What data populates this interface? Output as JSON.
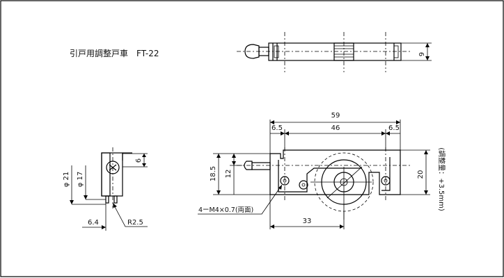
{
  "title": "引戸用調整戸車　FT-22",
  "top_view": {
    "height_dim": "9"
  },
  "side_view": {
    "dim_phi21": "φ 21",
    "dim_phi17": "φ 17",
    "dim_6": "6",
    "dim_64": "6.4",
    "dim_r25": "R2.5"
  },
  "front_view": {
    "dim_59": "59",
    "dim_65_left": "6.5",
    "dim_46": "46",
    "dim_65_right": "6.5",
    "dim_185": "18.5",
    "dim_12": "12",
    "dim_20": "20",
    "dim_33": "33",
    "hole_note": "4ーM4×0.7(両面)",
    "adjust_note": "(調整量：+3.5mm)"
  }
}
